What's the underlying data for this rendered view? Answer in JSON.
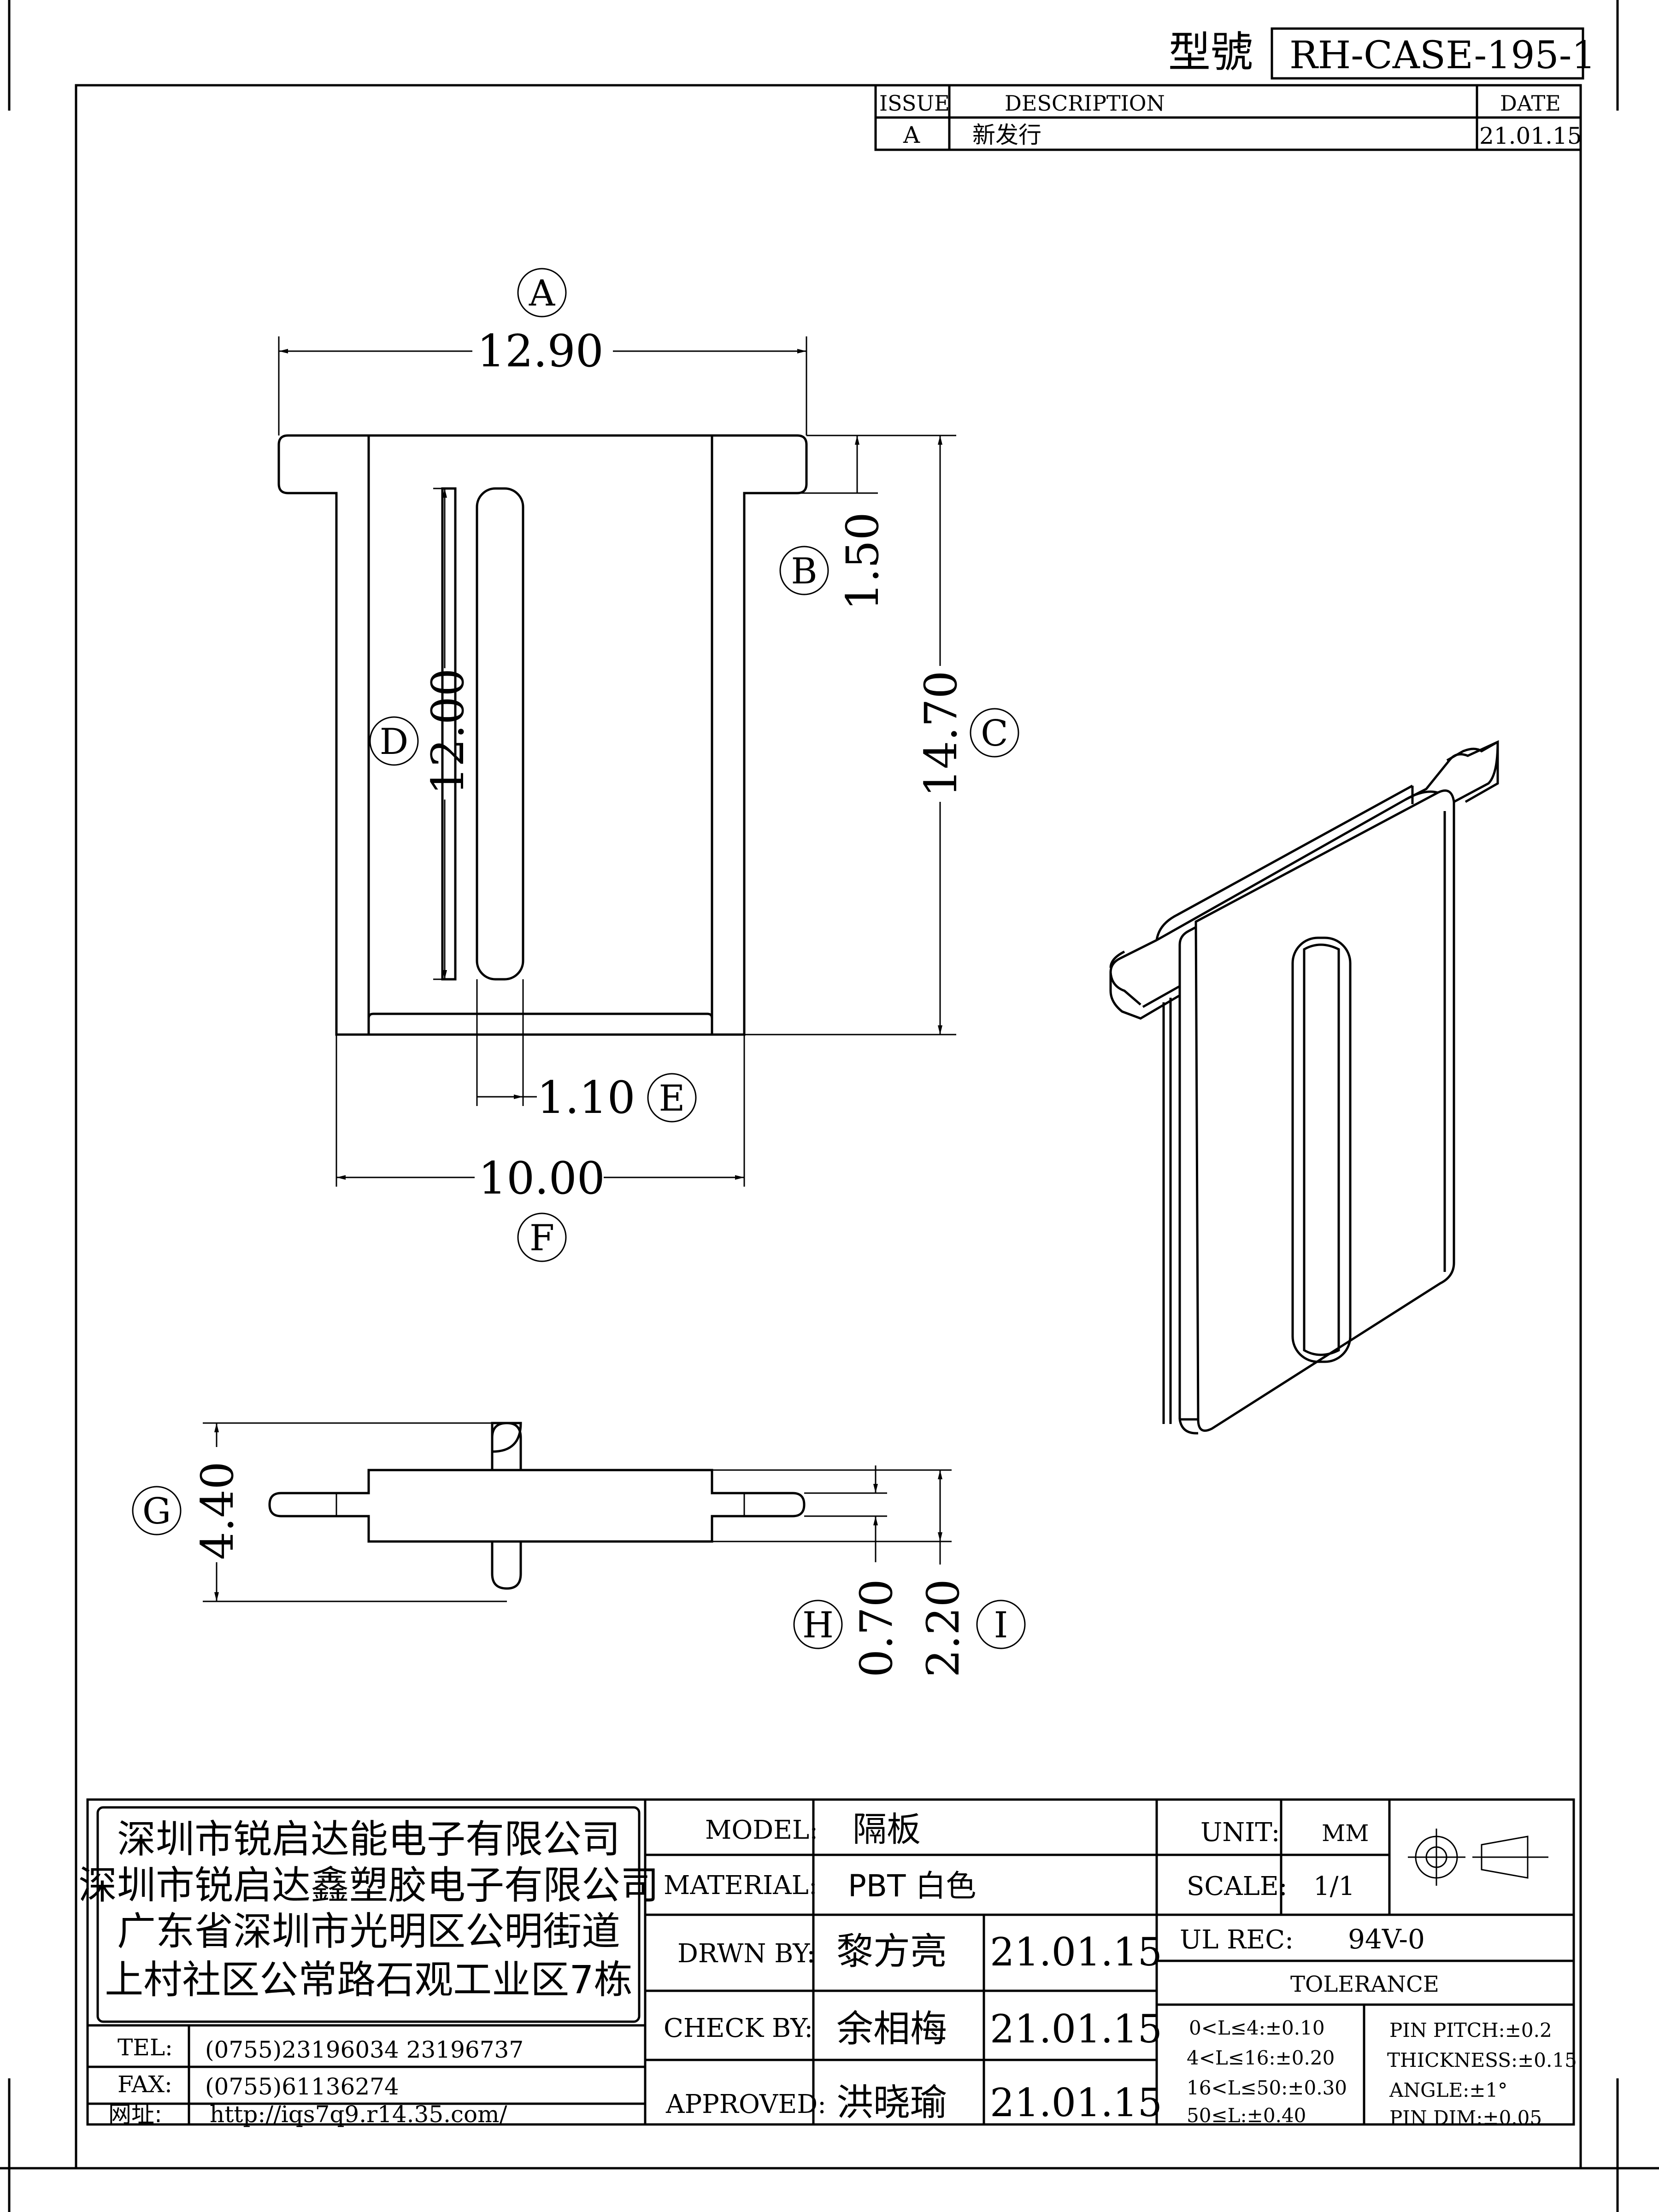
{
  "header": {
    "model_label": "型號",
    "model_value": "RH-CASE-195-1"
  },
  "revision": {
    "headers": {
      "issue": "ISSUE",
      "description": "DESCRIPTION",
      "date": "DATE"
    },
    "rows": [
      {
        "issue": "A",
        "description": "新发行",
        "date": "21.01.15"
      }
    ]
  },
  "dimensions": {
    "A": {
      "tag": "A",
      "value": "12.90"
    },
    "B": {
      "tag": "B",
      "value": "1.50"
    },
    "C": {
      "tag": "C",
      "value": "14.70"
    },
    "D": {
      "tag": "D",
      "value": "12.00"
    },
    "E": {
      "tag": "E",
      "value": "1.10"
    },
    "F": {
      "tag": "F",
      "value": "10.00"
    },
    "G": {
      "tag": "G",
      "value": "4.40"
    },
    "H": {
      "tag": "H",
      "value": "0.70"
    },
    "I": {
      "tag": "I",
      "value": "2.20"
    }
  },
  "company": {
    "lines": [
      "深圳市锐启达能电子有限公司",
      "深圳市锐启达鑫塑胶电子有限公司",
      "广东省深圳市光明区公明街道",
      "上村社区公常路石观工业区7栋"
    ],
    "tel_label": "TEL:",
    "tel_value": "(0755)23196034  23196737",
    "fax_label": "FAX:",
    "fax_value": "(0755)61136274",
    "web_label": "网址:",
    "web_value": "http://iqs7q9.r14.35.com/"
  },
  "title_block": {
    "model_label": "MODEL:",
    "model_value": "隔板",
    "material_label": "MATERIAL:",
    "material_value": "PBT  白色",
    "drawn_label": "DRWN BY:",
    "drawn_name": "黎方亮",
    "drawn_date": "21.01.15",
    "check_label": "CHECK BY:",
    "check_name": "余相梅",
    "check_date": "21.01.15",
    "approved_label": "APPROVED:",
    "approved_name": "洪晓瑜",
    "approved_date": "21.01.15",
    "unit_label": "UNIT:",
    "unit_value": "MM",
    "scale_label": "SCALE:",
    "scale_value": "1/1",
    "ul_label": "UL REC:",
    "ul_value": "94V-0",
    "tolerance_label": "TOLERANCE",
    "tol_1": "0<L≤4:±0.10",
    "tol_2": "4<L≤16:±0.20",
    "tol_3": "16<L≤50:±0.30",
    "tol_4": "50≤L:±0.40",
    "tol_5": "PIN PITCH:±0.2",
    "tol_6": "THICKNESS:±0.15",
    "tol_7": "ANGLE:±1°",
    "tol_8": "PIN DIM:±0.05"
  }
}
